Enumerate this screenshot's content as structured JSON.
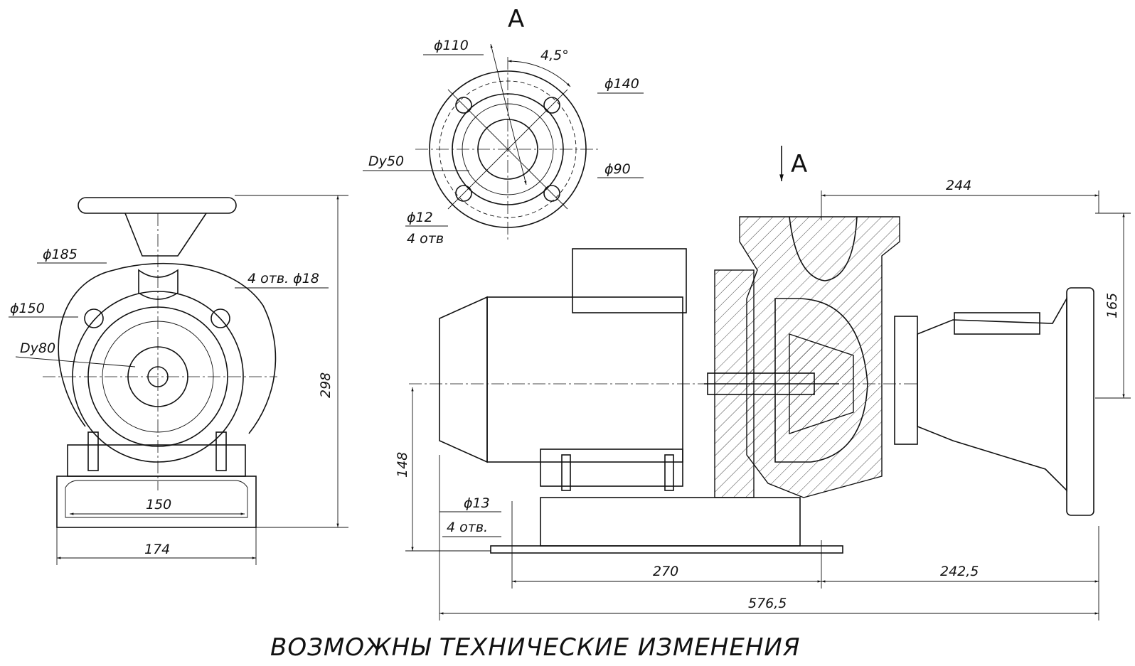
{
  "view_label": "А",
  "section_marker": "А",
  "flange_view": {
    "dims": [
      "ϕ110",
      "4,5°",
      "ϕ140",
      "ϕ90",
      "Dy50",
      "ϕ12",
      "4 отв"
    ]
  },
  "front_view": {
    "dims": [
      "ϕ185",
      "4 отв. ϕ18",
      "ϕ150",
      "Dy80",
      "298",
      "150",
      "174"
    ]
  },
  "side_view": {
    "dims": [
      "244",
      "165",
      "148",
      "ϕ13",
      "4 отв.",
      "270",
      "242,5",
      "576,5"
    ]
  },
  "caption": "ВОЗМОЖНЫ ТЕХНИЧЕСКИЕ ИЗМЕНЕНИЯ"
}
